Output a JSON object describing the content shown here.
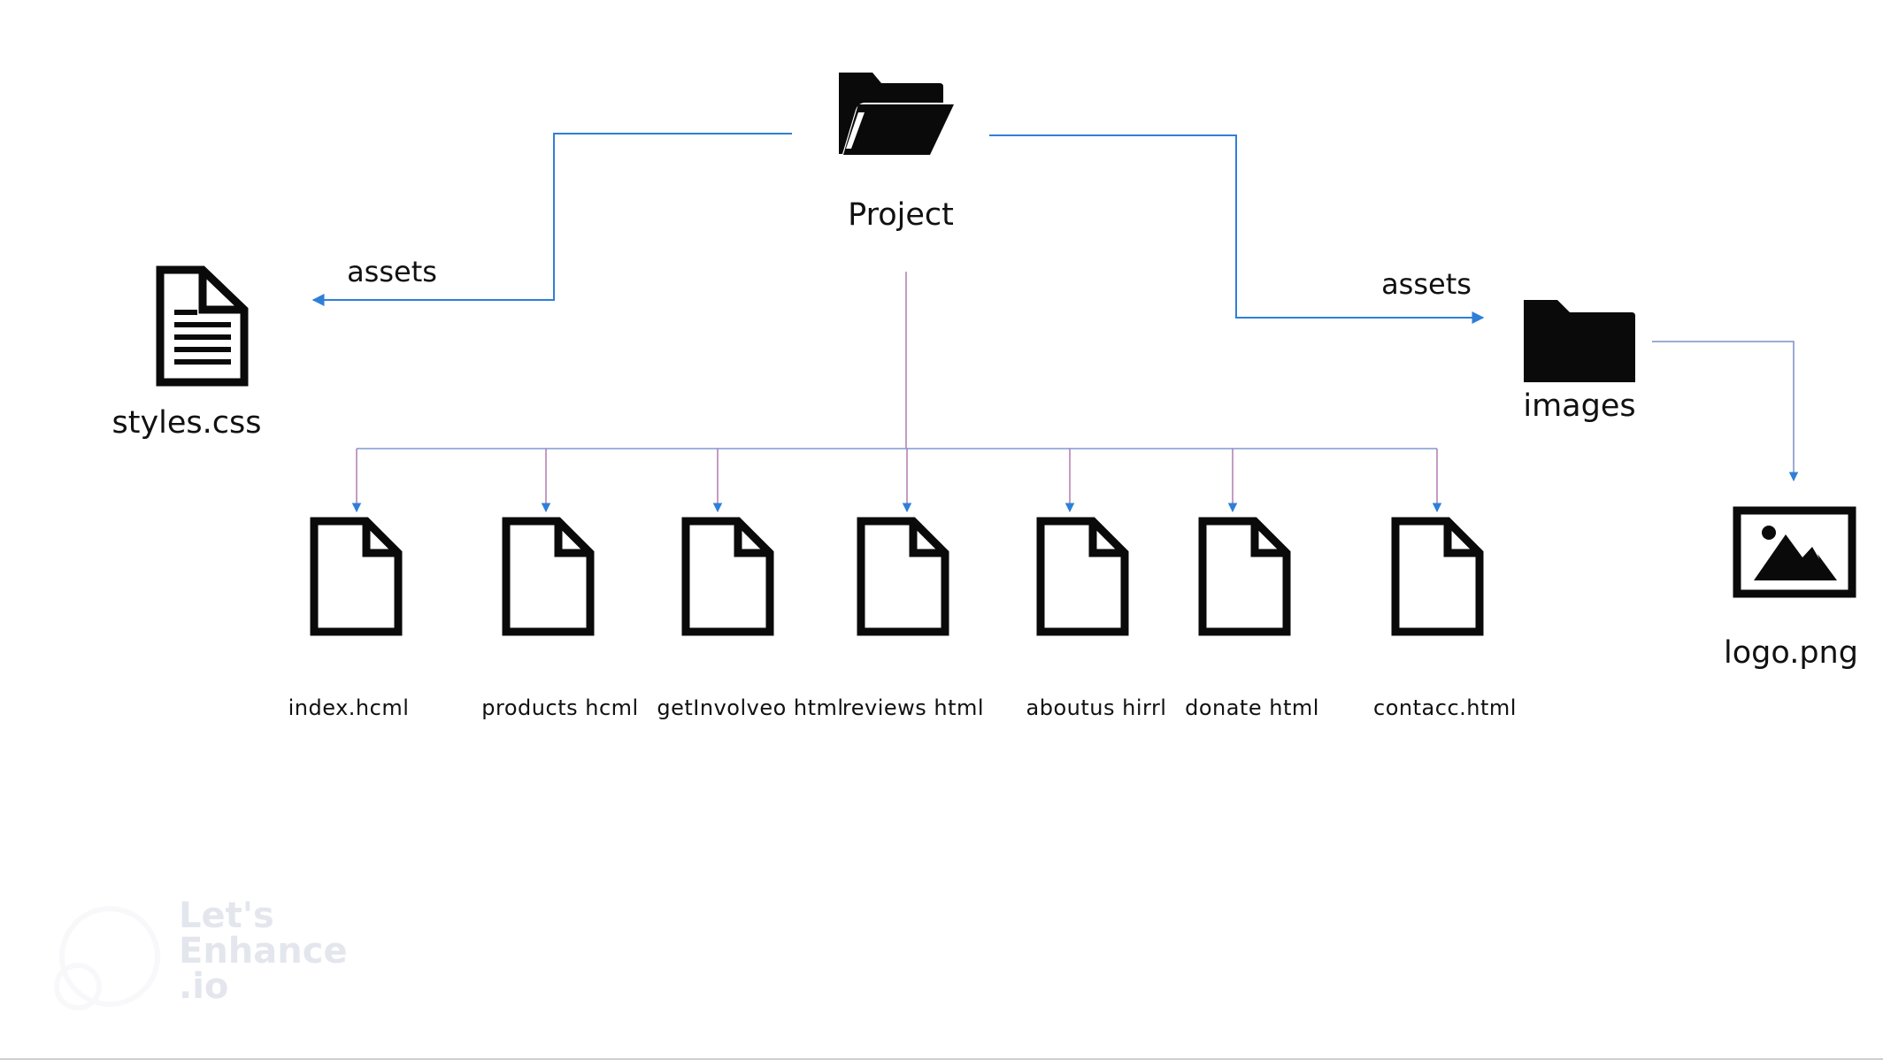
{
  "root": {
    "label": "Project",
    "icon": "open-folder-icon"
  },
  "styles_file": {
    "label": "styles.css",
    "icon": "text-document-icon",
    "edge_label": "assets"
  },
  "images_folder": {
    "label": "images",
    "icon": "folder-icon",
    "edge_label": "assets"
  },
  "logo_file": {
    "label": "logo.png",
    "icon": "image-icon"
  },
  "html_files": [
    {
      "label": "index.hcml",
      "icon": "blank-document-icon"
    },
    {
      "label": "products hcml",
      "icon": "blank-document-icon"
    },
    {
      "label": "getInvolveo html",
      "icon": "blank-document-icon"
    },
    {
      "label": "reviews html",
      "icon": "blank-document-icon"
    },
    {
      "label": "aboutus hirrl",
      "icon": "blank-document-icon"
    },
    {
      "label": "donate html",
      "icon": "blank-document-icon"
    },
    {
      "label": "contacc.html",
      "icon": "blank-document-icon"
    }
  ],
  "watermark": {
    "lines": [
      "Let's",
      "Enhance",
      ".io"
    ]
  },
  "colors": {
    "edge_blue": "#2f7fd8",
    "edge_purple": "#b07ab0",
    "icon_fill": "#0a0a0a",
    "text": "#111111",
    "background": "#ffffff"
  }
}
